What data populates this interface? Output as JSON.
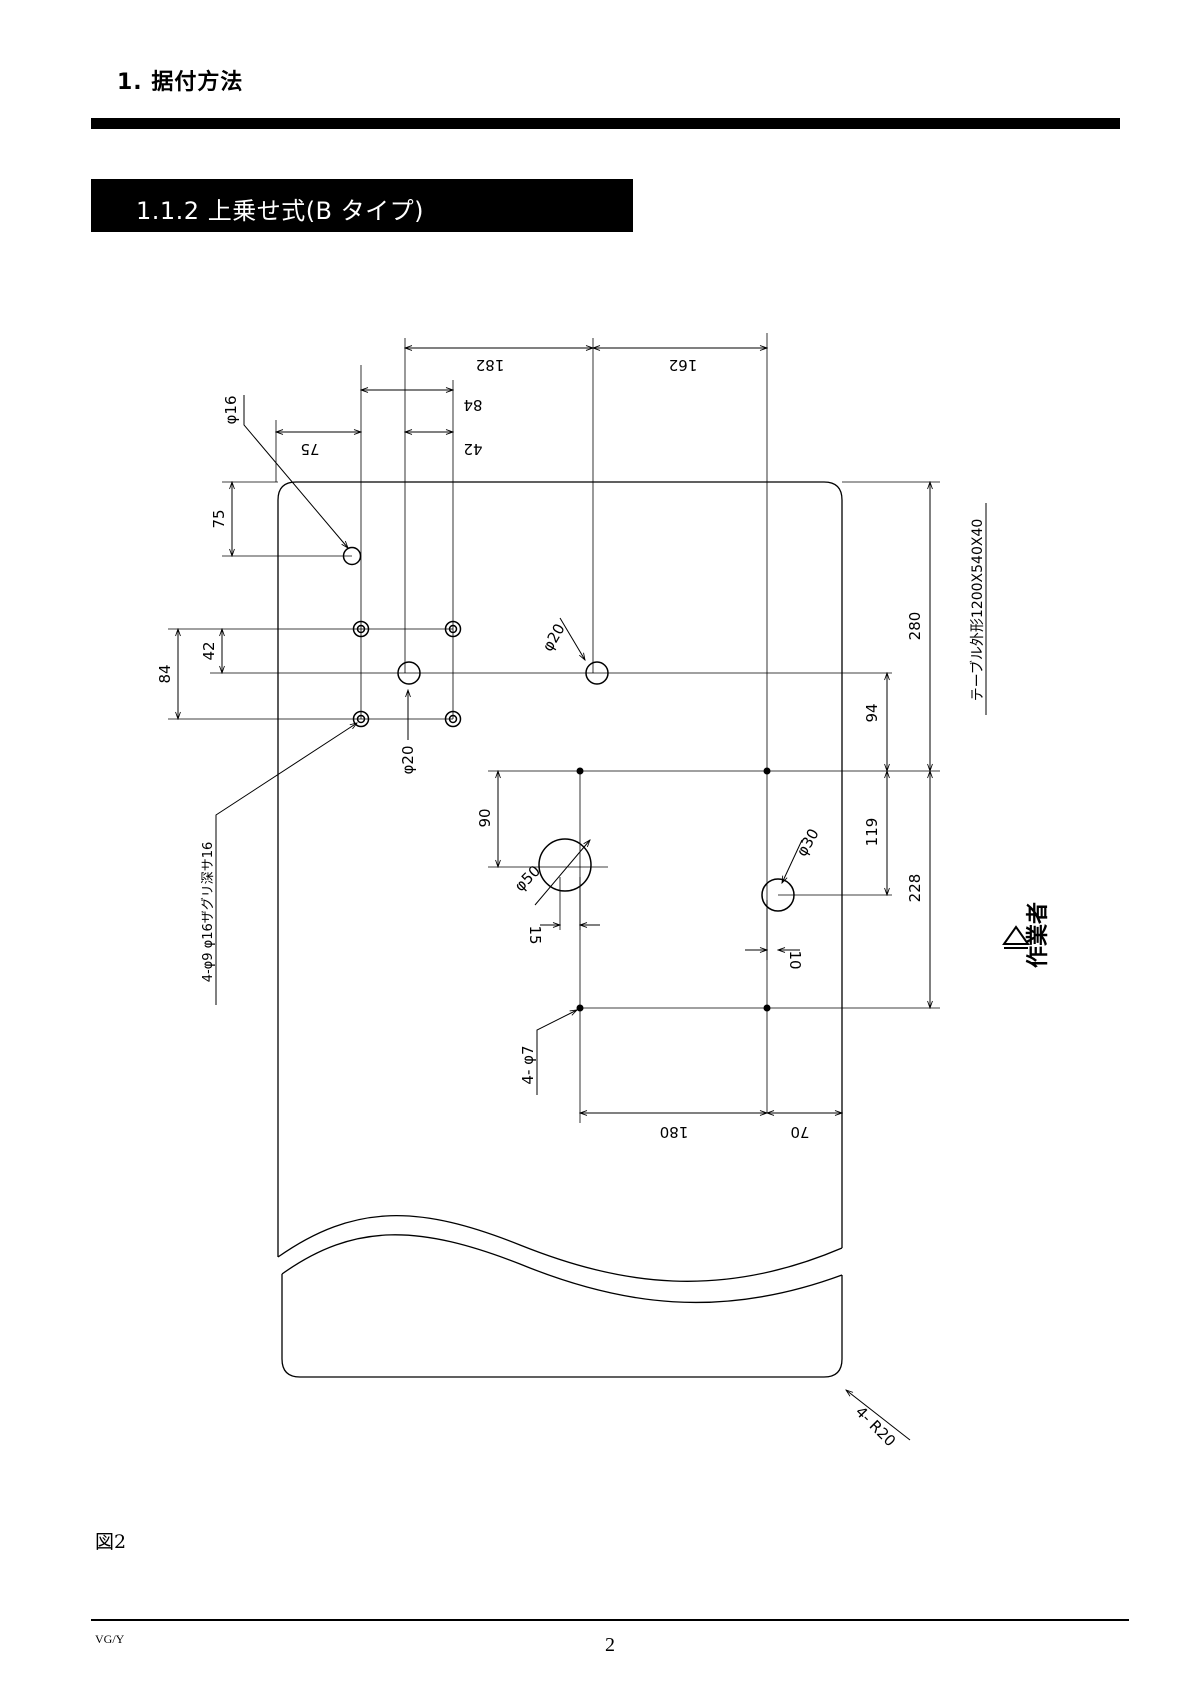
{
  "chapter": {
    "title": "1. 据付方法"
  },
  "section": {
    "title": "1.1.2 上乗せ式(B タイプ)"
  },
  "drawing": {
    "dims": {
      "d182": "182",
      "d162": "162",
      "d84_top": "84",
      "d42_top": "42",
      "d75_top": "75",
      "d75_left": "75",
      "d42_left": "42",
      "d84_left": "84",
      "d280": "280",
      "d94": "94",
      "d119": "119",
      "d228": "228",
      "d90": "90",
      "d15": "15",
      "d10": "10",
      "d180": "180",
      "d70": "70"
    },
    "callouts": {
      "phi16": "φ16",
      "phi20_center": "φ20",
      "phi20_left": "φ20",
      "phi50": "φ50",
      "phi30": "φ30",
      "holes_4phi9": "4-φ9 φ16ザグリ深サ16",
      "holes_4phi7": "4- φ7",
      "corner_r20": "4- R20"
    },
    "table_size": "テーブル外形1200X540X40",
    "operator_label": "作業者"
  },
  "figure": {
    "caption": "図2"
  },
  "footer": {
    "model": "VG/Y",
    "page": "2"
  }
}
